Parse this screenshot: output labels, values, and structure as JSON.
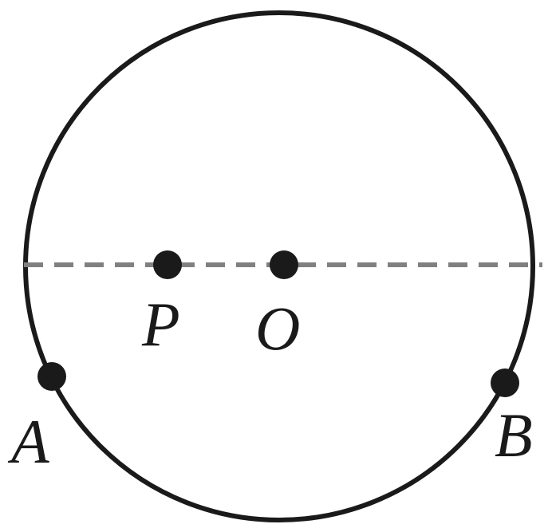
{
  "figure": {
    "labels": {
      "P": "P",
      "O": "O",
      "A": "A",
      "B": "B"
    },
    "colors": {
      "circle": "#1a1a1a",
      "point": "#1a1a1a",
      "diameter": "#808080",
      "text": "#1a1a1a",
      "background": "#ffffff"
    }
  }
}
